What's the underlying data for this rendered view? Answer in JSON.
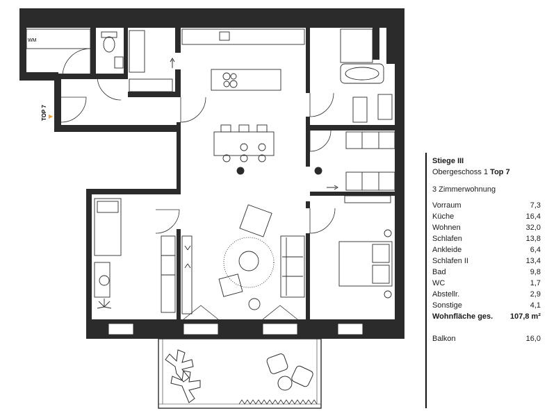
{
  "plan": {
    "entrance_label": "TOP 7",
    "washer_label": "WM"
  },
  "summary": {
    "stair": "Stiege III",
    "floor": "Obergeschoss 1",
    "unit": "Top 7",
    "apartment_type": "3 Zimmerwohnung",
    "rooms": [
      {
        "name": "Vorraum",
        "area": "7,3"
      },
      {
        "name": "Küche",
        "area": "16,4"
      },
      {
        "name": "Wohnen",
        "area": "32,0"
      },
      {
        "name": "Schlafen",
        "area": "13,8"
      },
      {
        "name": "Ankleide",
        "area": "6,4"
      },
      {
        "name": "Schlafen II",
        "area": "13,4"
      },
      {
        "name": "Bad",
        "area": "9,8"
      },
      {
        "name": "WC",
        "area": "1,7"
      },
      {
        "name": "Abstellr.",
        "area": "2,9"
      },
      {
        "name": "Sonstige",
        "area": "4,1"
      }
    ],
    "total_label": "Wohnfläche ges.",
    "total_area": "107,8 m²",
    "balcony_label": "Balkon",
    "balcony_area": "16,0"
  }
}
